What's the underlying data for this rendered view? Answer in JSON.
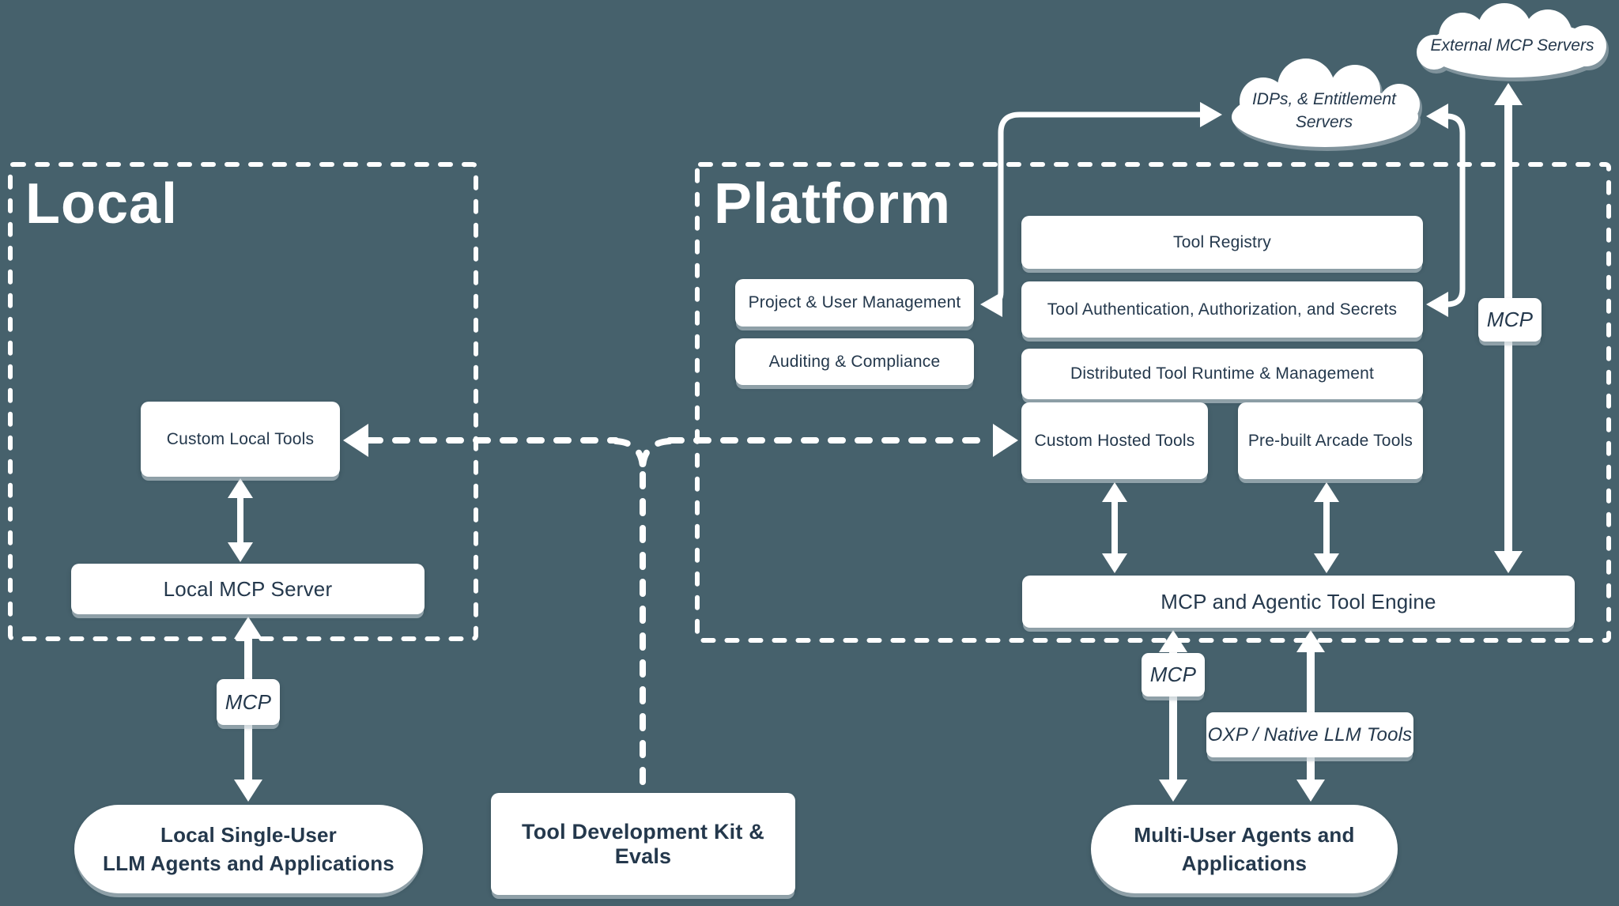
{
  "colors": {
    "background": "#46616C",
    "box_fill": "#FFFFFF",
    "text_dark": "#24384C",
    "lines": "#FFFFFF"
  },
  "regions": {
    "local_title": "Local",
    "platform_title": "Platform"
  },
  "clouds": {
    "external_mcp": "External MCP Servers",
    "idp": "IDPs, & Entitlement Servers"
  },
  "platform_boxes": {
    "tool_registry": "Tool Registry",
    "project_user_management": "Project & User Management",
    "tool_auth": "Tool Authentication, Authorization, and Secrets",
    "auditing_compliance": "Auditing & Compliance",
    "distributed_runtime": "Distributed Tool Runtime & Management",
    "custom_hosted_tools": "Custom Hosted Tools",
    "prebuilt_arcade_tools": "Pre-built Arcade Tools",
    "engine": "MCP and Agentic Tool Engine"
  },
  "local_boxes": {
    "custom_local_tools": "Custom Local Tools",
    "local_mcp_server": "Local MCP Server"
  },
  "shared": {
    "tdk": "Tool Development Kit & Evals"
  },
  "agents": {
    "local_single_user_line1": "Local Single-User",
    "local_single_user_line2": "LLM Agents and Applications",
    "multi_user_line1": "Multi-User Agents and",
    "multi_user_line2": "Applications"
  },
  "edge_labels": {
    "mcp_local": "MCP",
    "mcp_multi": "MCP",
    "mcp_external": "MCP",
    "oxp": "OXP / Native LLM Tools"
  }
}
